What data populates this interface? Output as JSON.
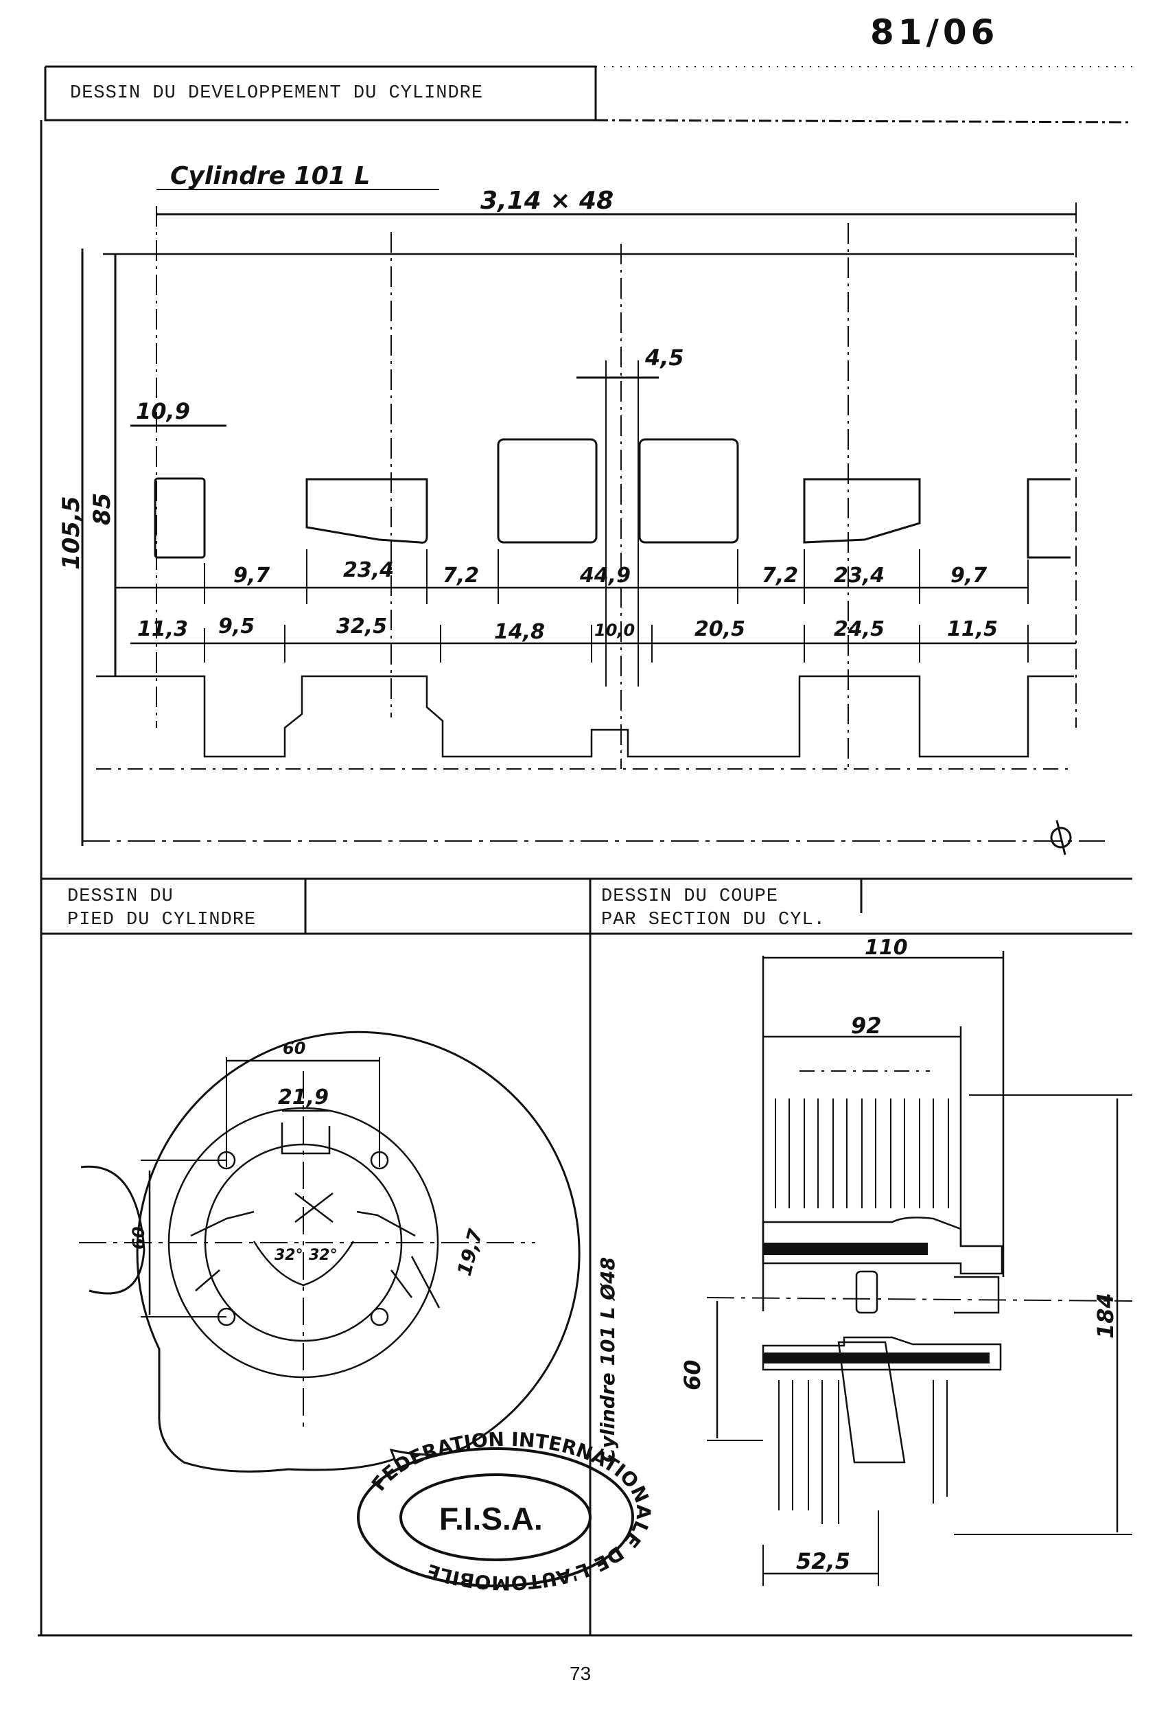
{
  "document": {
    "number": "81/06",
    "page": "73"
  },
  "sections": {
    "development": {
      "title": "DESSIN DU DEVELOPPEMENT DU CYLINDRE"
    },
    "foot": {
      "title_line1": "DESSIN DU",
      "title_line2": "PIED DU CYLINDRE"
    },
    "section_cut": {
      "title_line1": "DESSIN DU COUPE",
      "title_line2": "PAR SECTION DU CYL."
    }
  },
  "development_drawing": {
    "caption": "Cylindre 101 L",
    "width_dim": "3,14 × 48",
    "height_dim": "85",
    "stroke_dim": "105,5",
    "dim_45": "4,5",
    "dim_109": "10,9",
    "top_row": [
      "9,7",
      "23,4",
      "7,2",
      "44,9",
      "7,2",
      "23,4",
      "9,7"
    ],
    "bottom_row": [
      "11,3",
      "9,5",
      "32,5",
      "14,8",
      "10,0",
      "20,5",
      "24,5",
      "11,5"
    ]
  },
  "foot_drawing": {
    "dim_60_top": "60",
    "dim_219": "21,9",
    "dim_60_side": "60",
    "angle_1": "32°",
    "angle_2": "32°",
    "dim_197": "19,7"
  },
  "section_drawing": {
    "dim_110": "110",
    "dim_92": "92",
    "dim_184": "184",
    "dim_60": "60",
    "dim_525": "52,5",
    "vertical_note": "Cylindre 101 L Ø48"
  },
  "stamp": {
    "ring_text": "FEDERATION INTERNATIONALE DE L'AUTOMOBILE",
    "center_text": "F.I.S.A."
  }
}
